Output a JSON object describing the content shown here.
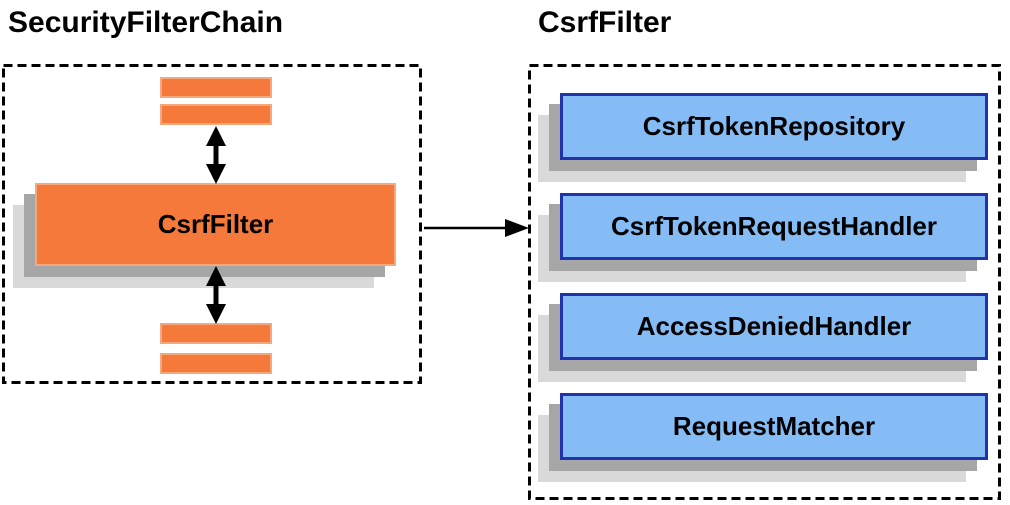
{
  "left_panel": {
    "title": "SecurityFilterChain",
    "csrf_filter_label": "CsrfFilter"
  },
  "right_panel": {
    "title": "CsrfFilter",
    "components": [
      "CsrfTokenRepository",
      "CsrfTokenRequestHandler",
      "AccessDeniedHandler",
      "RequestMatcher"
    ]
  },
  "colors": {
    "orange_fill": "#f4793b",
    "orange_border_light": "#f5a87c",
    "blue_fill": "#85bcf5",
    "blue_border": "#2133aa",
    "shadow_gray": "#a6a6a6",
    "shadow_light": "#d9d9d9",
    "line_black": "#000000"
  }
}
